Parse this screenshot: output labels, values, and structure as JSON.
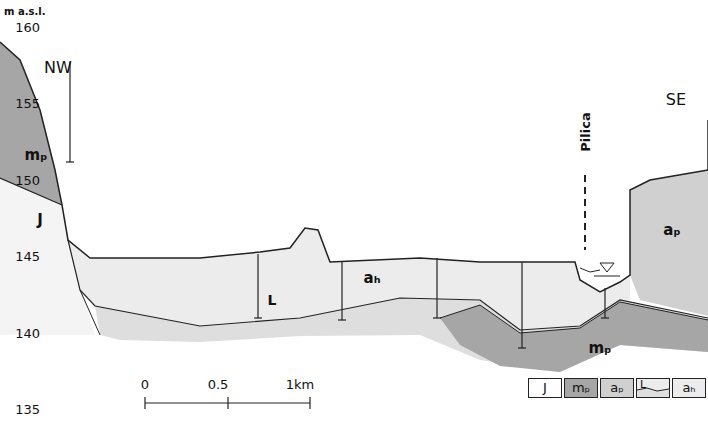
{
  "diagram": {
    "labels": [
      "m a.s.l.",
      "160",
      "155",
      "150",
      "145",
      "140",
      "135",
      "NW",
      "SE",
      "Pilica",
      "mₚ",
      "J",
      "aₕ",
      "L",
      "aₚ",
      "mₚ",
      "0",
      "0.5",
      "1km"
    ],
    "legend": [
      {
        "text": "J",
        "color": "#ffffff"
      },
      {
        "text": "mₚ",
        "color": "#a6a6a6"
      },
      {
        "text": "aₚ",
        "color": "#d0d0d0"
      },
      {
        "text": "L"
      },
      {
        "text": "aₕ",
        "color": "#ececec"
      }
    ]
  }
}
